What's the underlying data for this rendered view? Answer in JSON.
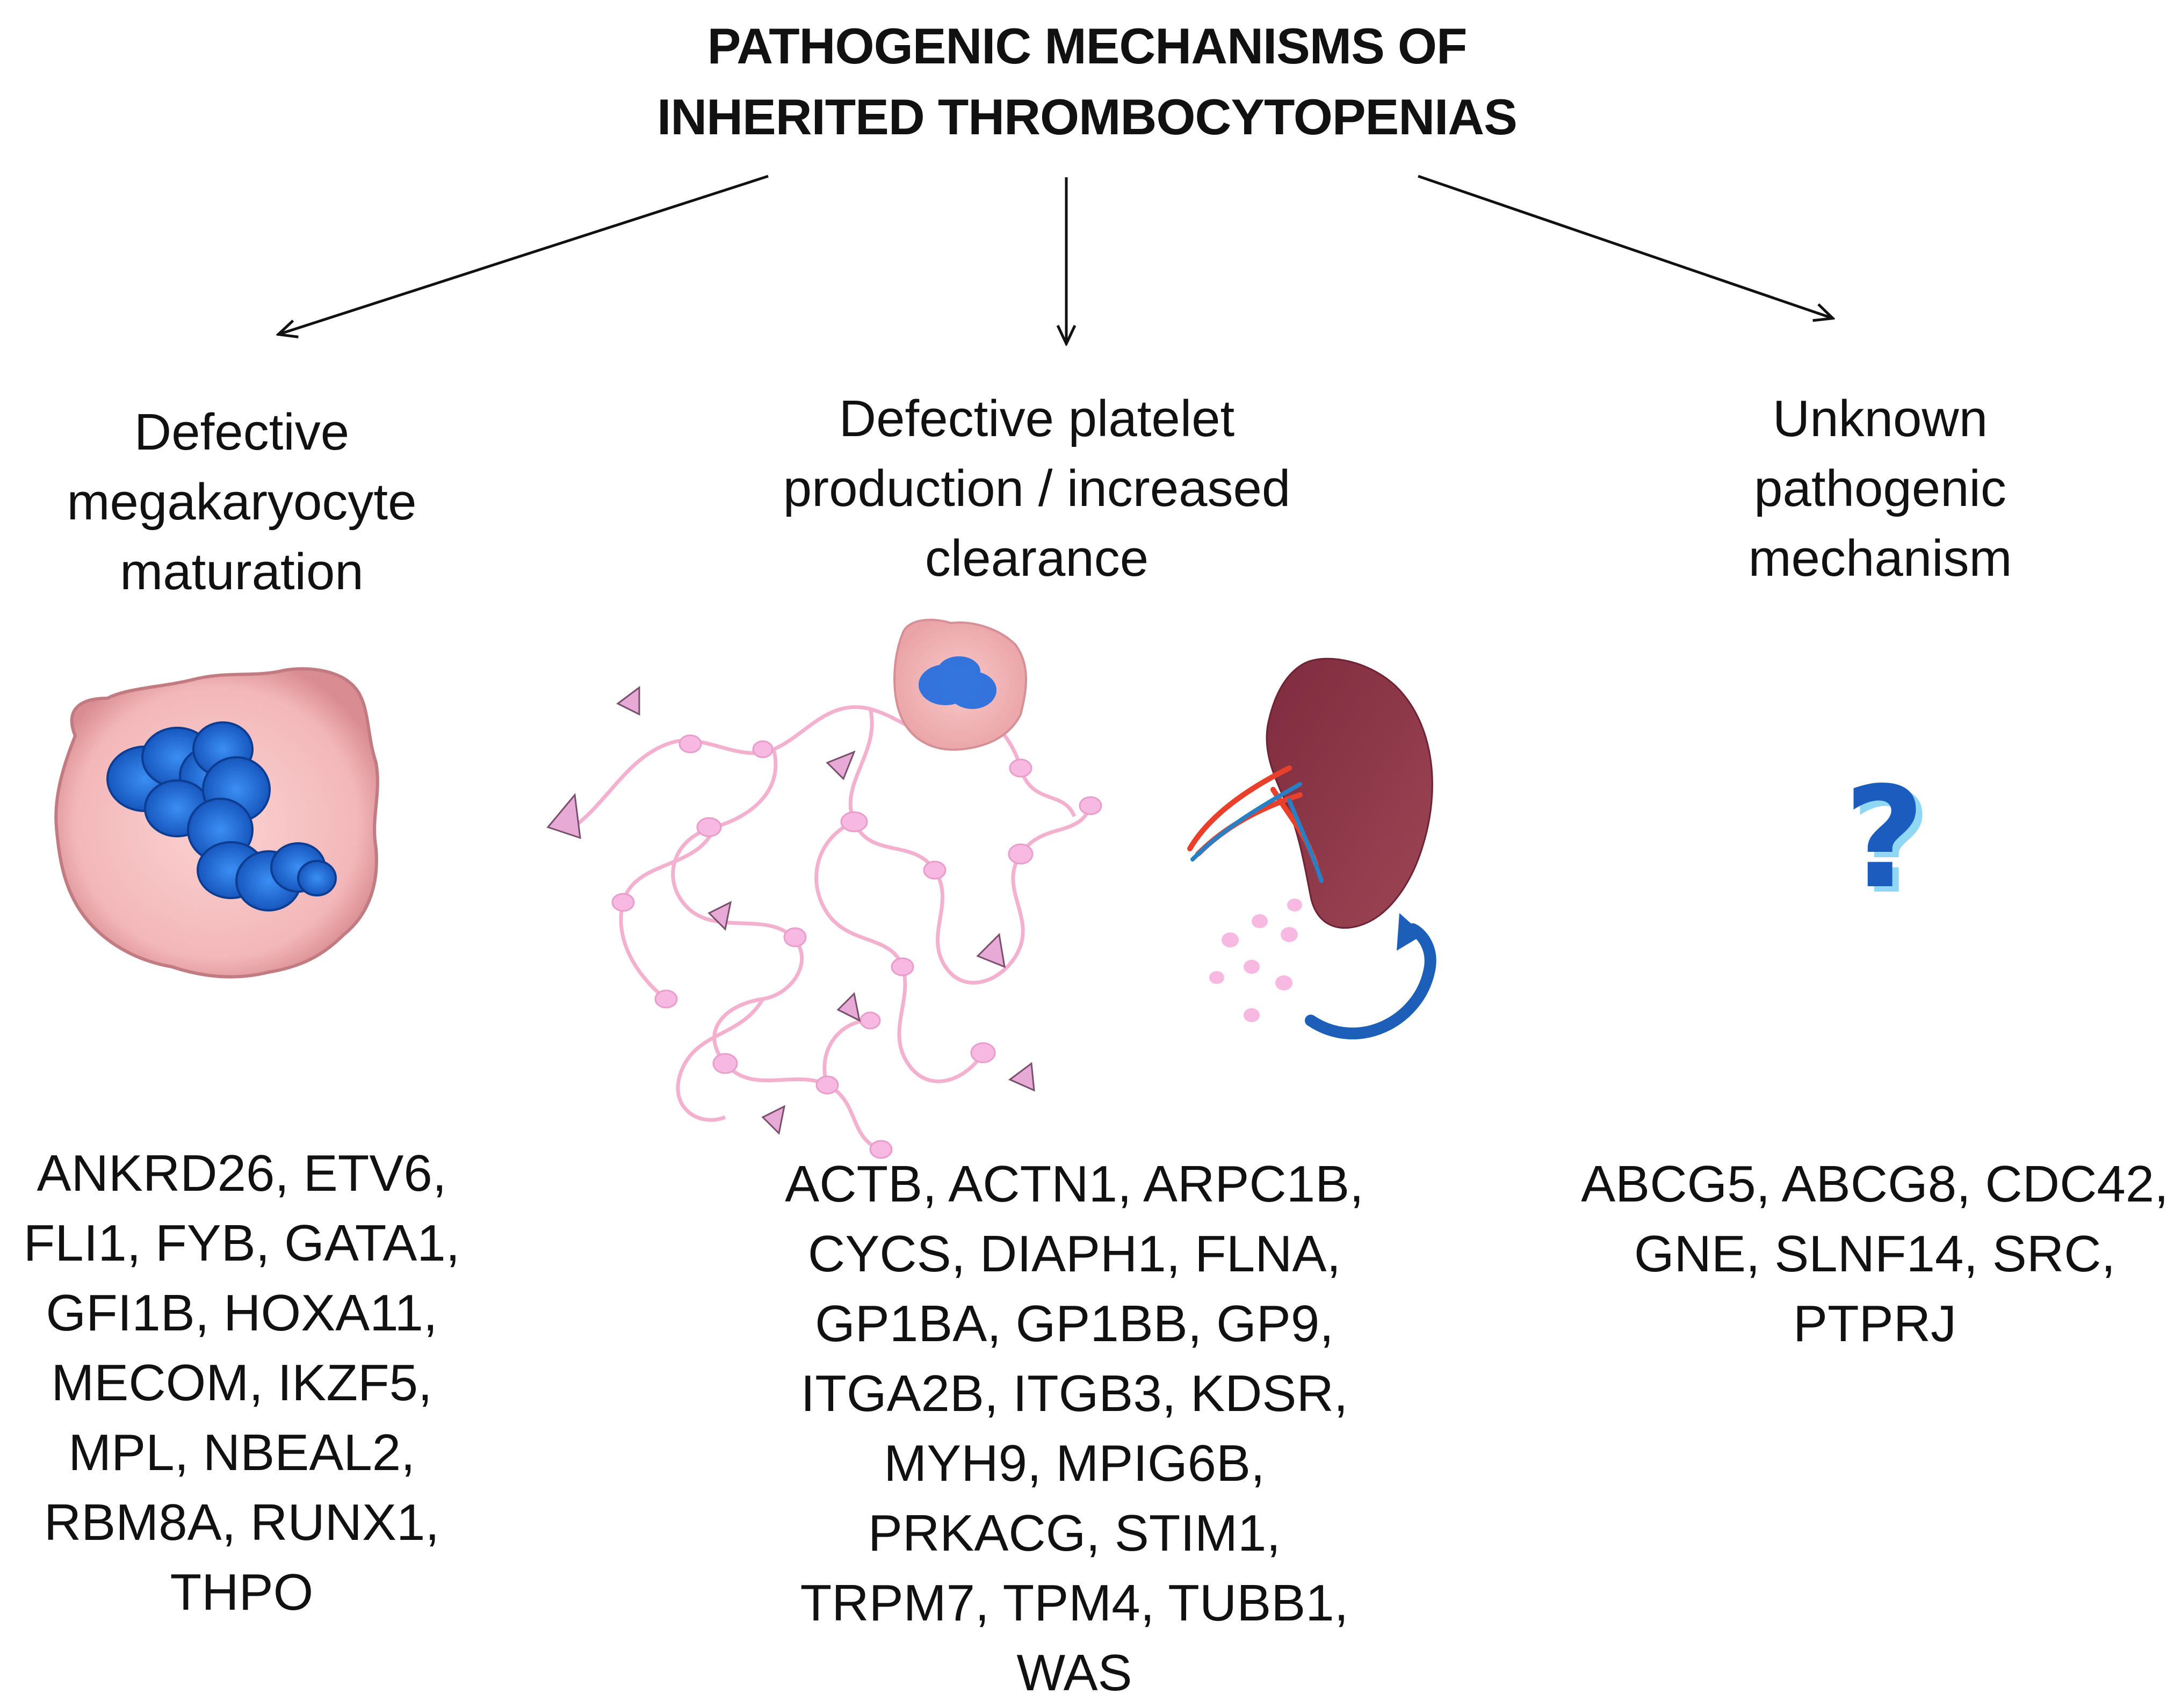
{
  "title": {
    "line1": "PATHOGENIC MECHANISMS OF",
    "line2": "INHERITED THROMBOCYTOPENIAS"
  },
  "mechanisms": [
    {
      "heading": [
        "Defective",
        "megakaryocyte",
        "maturation"
      ],
      "icon": "megakaryocyte-cell-icon",
      "genes": [
        "ANKRD26, ETV6,",
        "FLI1, FYB, GATA1,",
        "GFI1B, HOXA11,",
        "MECOM, IKZF5,",
        "MPL, NBEAL2,",
        "RBM8A, RUNX1,",
        "THPO"
      ]
    },
    {
      "heading": [
        "Defective platelet",
        "production / increased",
        "clearance"
      ],
      "icon": "proplatelet-and-spleen-icon",
      "genes": [
        "ACTB, ACTN1, ARPC1B,",
        "CYCS, DIAPH1, FLNA,",
        "GP1BA, GP1BB, GP9,",
        "ITGA2B, ITGB3, KDSR,",
        "MYH9, MPIG6B,",
        "PRKACG, STIM1,",
        "TRPM7, TPM4, TUBB1,",
        "WAS"
      ]
    },
    {
      "heading": [
        "Unknown",
        "pathogenic",
        "mechanism"
      ],
      "icon": "question-mark-icon",
      "genes": [
        "ABCG5, ABCG8, CDC42,",
        "GNE, SLNF14, SRC,",
        "PTPRJ"
      ]
    }
  ],
  "colors": {
    "cell_fill": "#f5c2c4",
    "nucleus": "#1d5fcf",
    "proplatelet": "#f7b8e2",
    "spleen": "#8e3a4c",
    "vessel_red": "#e8402a",
    "vessel_blue": "#2a7fc4",
    "question": "#1a5dbf"
  }
}
